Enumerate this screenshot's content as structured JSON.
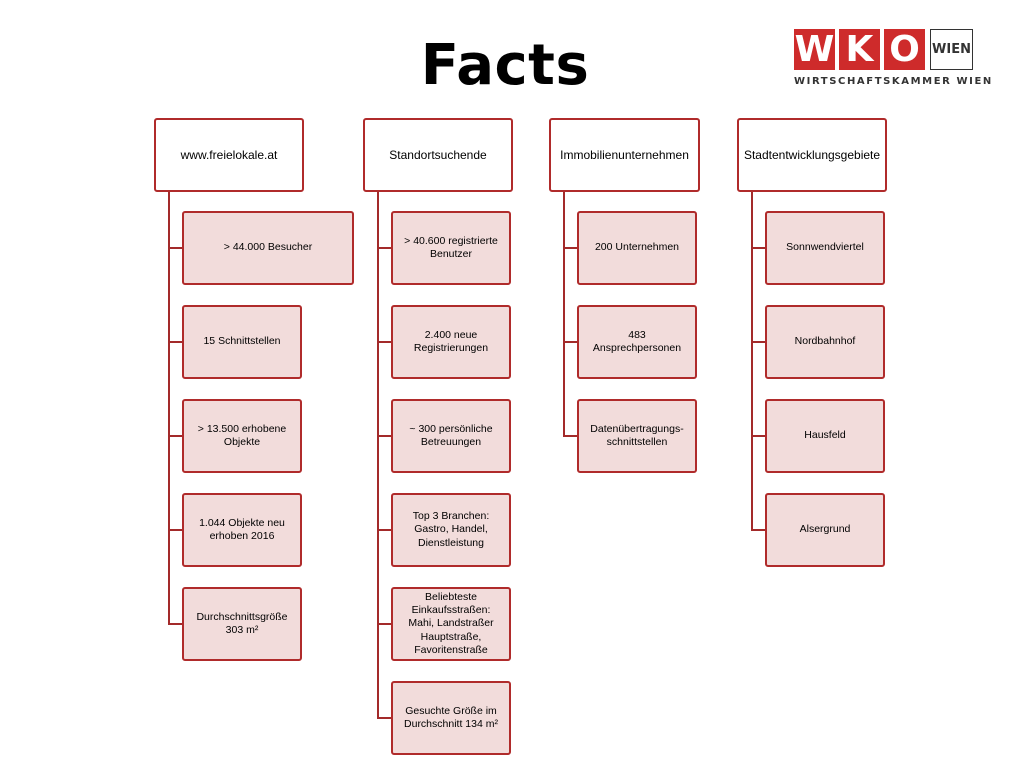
{
  "title": "Facts",
  "logo": {
    "letters": [
      "W",
      "K",
      "O"
    ],
    "region": "WIEN",
    "subtitle": "WIRTSCHAFTSKAMMER WIEN",
    "accent": "#ce2b2b"
  },
  "colors": {
    "border": "#b02b2b",
    "child_fill": "#f2dcdb",
    "head_fill": "#ffffff"
  },
  "columns": [
    {
      "label": "www.freielokale.at",
      "items": [
        "> 44.000 Besucher",
        "15 Schnittstellen",
        "> 13.500 erhobene Objekte",
        "1.044 Objekte neu erhoben 2016",
        "Durchschnittsgröße 303 m²"
      ]
    },
    {
      "label": "Standortsuchende",
      "items": [
        "> 40.600 registrierte Benutzer",
        "2.400 neue Registrierungen",
        "~ 300 persönliche Betreuungen",
        "Top 3 Branchen: Gastro, Handel, Dienstleistung",
        "Beliebteste Einkaufsstraßen: Mahi, Landstraßer Hauptstraße, Favoritenstraße",
        "Gesuchte Größe im Durchschnitt 134 m²"
      ]
    },
    {
      "label": "Immobilienunternehmen",
      "items": [
        "200 Unternehmen",
        "483 Ansprechpersonen",
        "Datenübertragungs-schnittstellen"
      ]
    },
    {
      "label": "Stadtentwicklungsgebiete",
      "items": [
        "Sonnwendviertel",
        "Nordbahnhof",
        "Hausfeld",
        "Alsergrund"
      ]
    }
  ]
}
